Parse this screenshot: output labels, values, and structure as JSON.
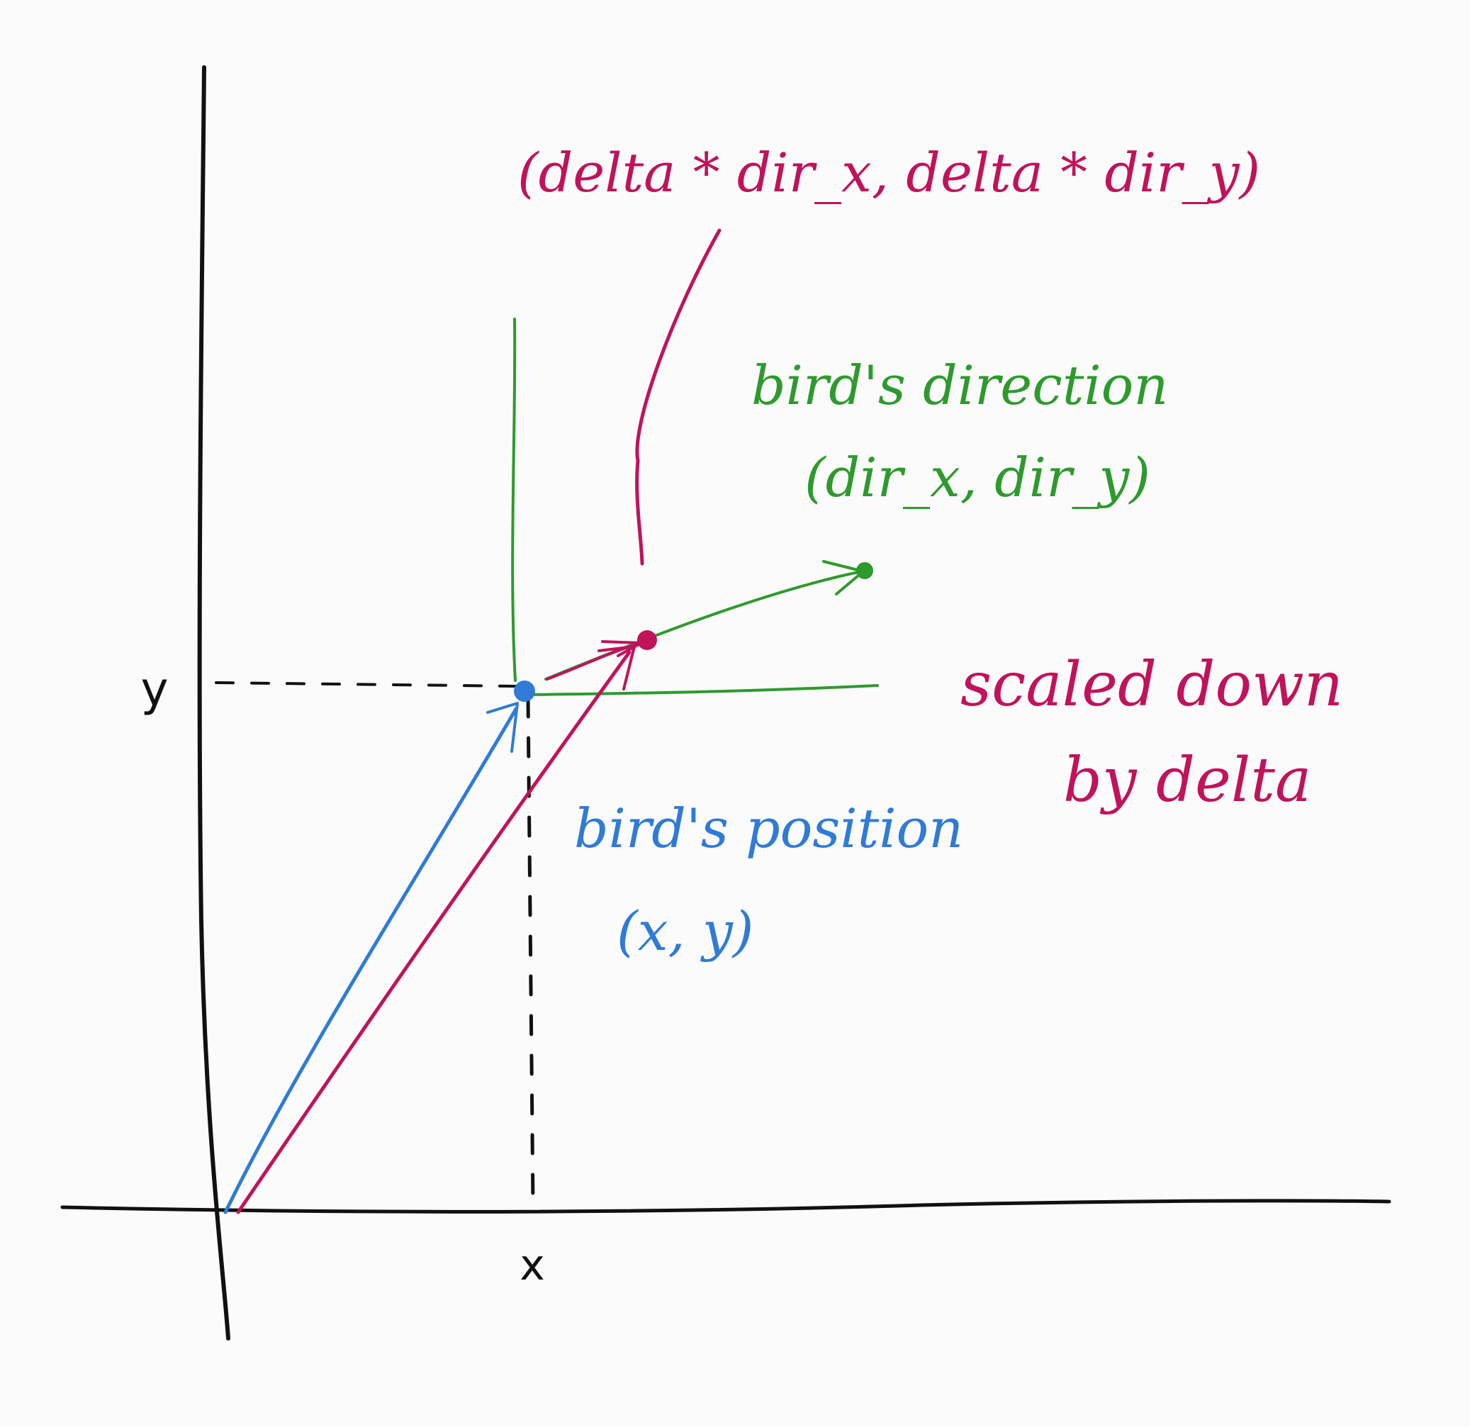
{
  "diagram": {
    "colors": {
      "axis": "#111111",
      "blue": "#2f7bd6",
      "green": "#2e9a2e",
      "magenta": "#c0135a",
      "background": "#fbfbfb"
    },
    "axis_labels": {
      "x": "x",
      "y": "y"
    },
    "annotations": {
      "scaled_vector": "(delta * dir_x, delta * dir_y)",
      "direction_title": "bird's direction",
      "direction_coords": "(dir_x, dir_y)",
      "scaled_note_line1": "scaled down",
      "scaled_note_line2": "by delta",
      "position_title": "bird's position",
      "position_coords": "(x, y)"
    }
  }
}
